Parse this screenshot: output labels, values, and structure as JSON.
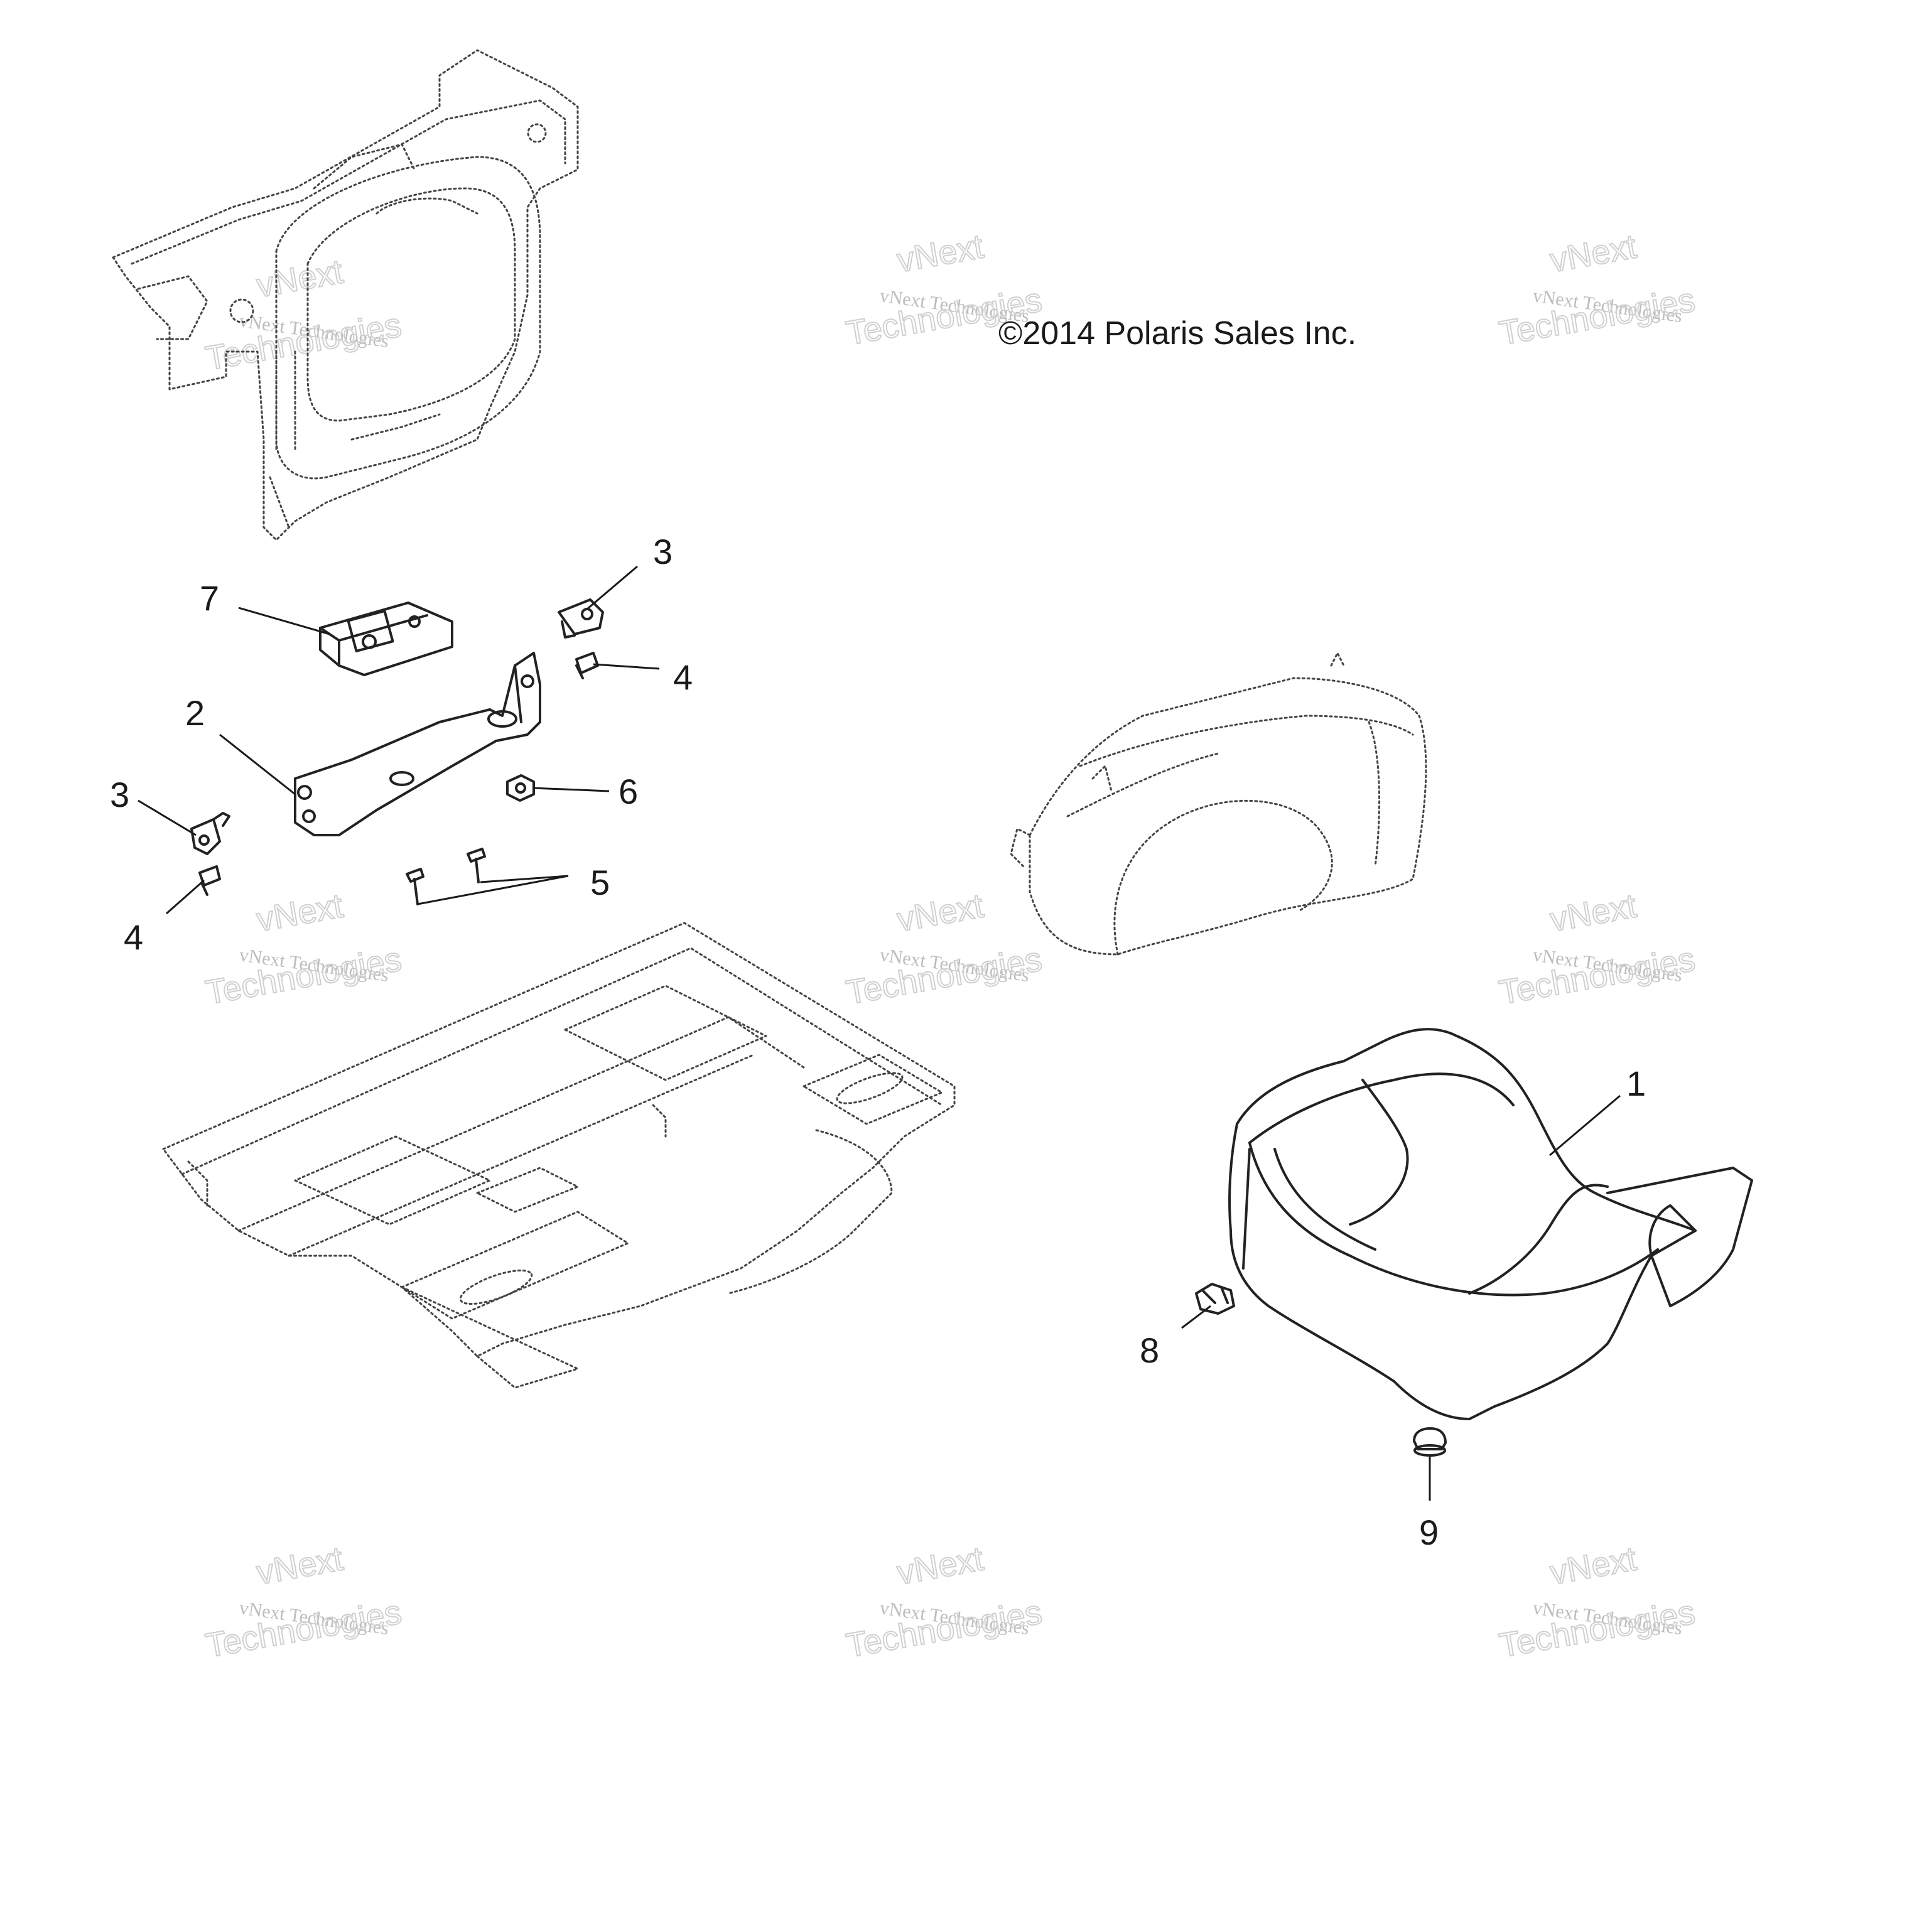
{
  "copyright": "©2014 Polaris Sales Inc.",
  "watermark": {
    "line1": "vNext Technologies",
    "line2": "vNext",
    "line3": "Technologies"
  },
  "callouts": [
    "1",
    "2",
    "3",
    "3",
    "4",
    "4",
    "5",
    "6",
    "7",
    "8",
    "9"
  ]
}
